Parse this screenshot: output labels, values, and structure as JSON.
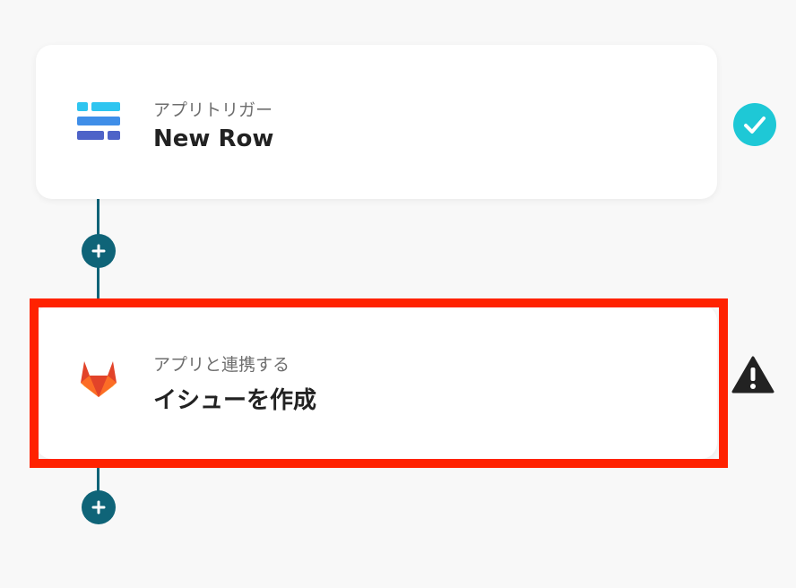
{
  "steps": [
    {
      "subtitle": "アプリトリガー",
      "title": "New Row",
      "icon": "table-app-icon",
      "status": "check-icon"
    },
    {
      "subtitle": "アプリと連携する",
      "title": "イシューを作成",
      "icon": "gitlab-icon",
      "status": "warning-icon"
    }
  ],
  "colors": {
    "connector": "#0f6478",
    "check": "#1ec8d6",
    "warning": "#222222",
    "highlight": "#ff2200"
  }
}
